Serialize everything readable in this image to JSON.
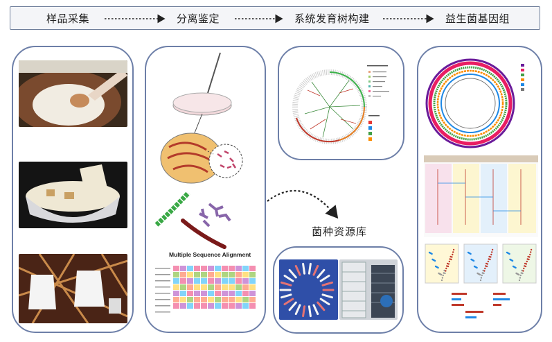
{
  "workflow": {
    "steps": [
      {
        "label": "样品采集"
      },
      {
        "label": "分离鉴定"
      },
      {
        "label": "系统发育树构建"
      },
      {
        "label": "益生菌基因组"
      }
    ]
  },
  "identification": {
    "alignment_title": "Multiple Sequence Alignment"
  },
  "strain_library": {
    "label": "菌种资源库"
  },
  "colors": {
    "panel_border": "#6d7fa8",
    "flow_border": "#6f7f9b",
    "arrow": "#222222"
  }
}
